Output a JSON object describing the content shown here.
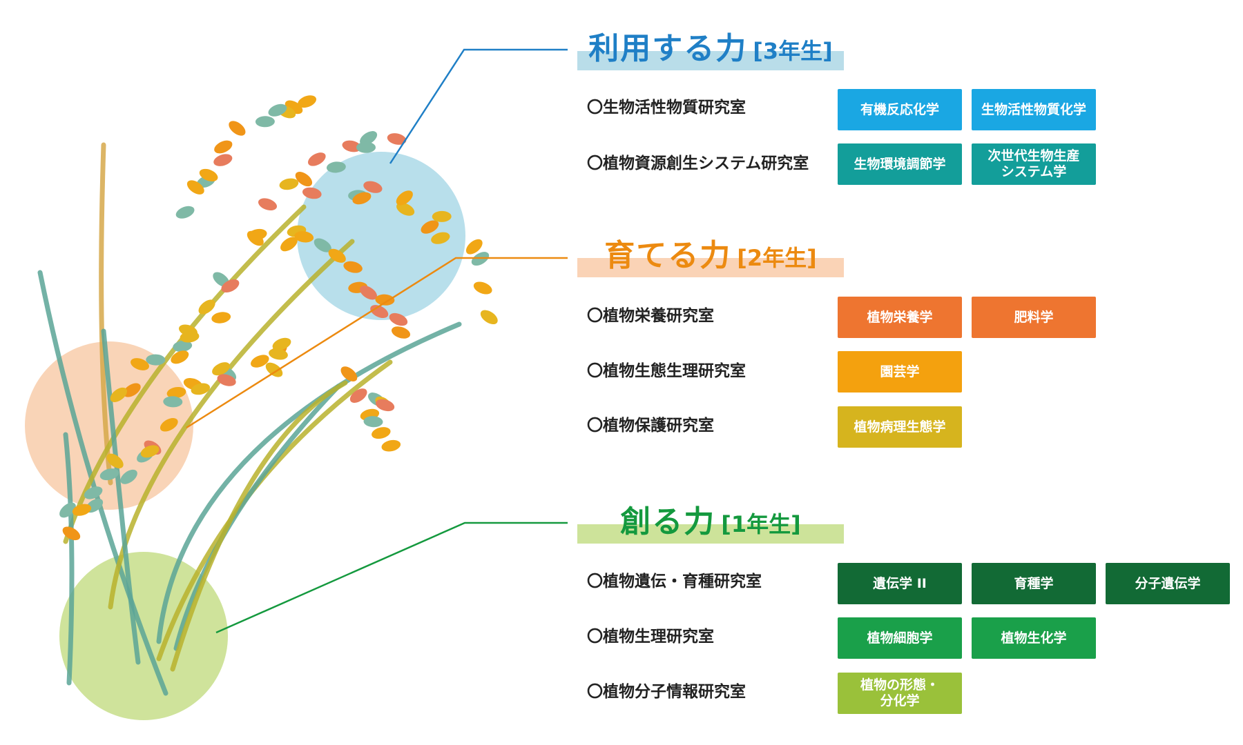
{
  "sections": [
    {
      "title": "利用する力",
      "grade": "[3年生]",
      "title_color": "#1f7fc6",
      "band_color": "#b9dde9",
      "labs": [
        {
          "name": "〇生物活性物質研究室",
          "courses": [
            {
              "label": "有機反応化学",
              "color": "#1aa7e3"
            },
            {
              "label": "生物活性物質化学",
              "color": "#1aa7e3"
            }
          ]
        },
        {
          "name": "〇植物資源創生システム研究室",
          "courses": [
            {
              "label": "生物環境調節学",
              "color": "#139e9a"
            },
            {
              "label": "次世代生物生産\nシステム学",
              "color": "#139e9a"
            }
          ]
        }
      ]
    },
    {
      "title": "育てる力",
      "grade": "[2年生]",
      "title_color": "#ec8a10",
      "band_color": "#fad3b6",
      "labs": [
        {
          "name": "〇植物栄養研究室",
          "courses": [
            {
              "label": "植物栄養学",
              "color": "#ee7530"
            },
            {
              "label": "肥料学",
              "color": "#ee7530"
            }
          ]
        },
        {
          "name": "〇植物生態生理研究室",
          "courses": [
            {
              "label": "園芸学",
              "color": "#f4a10e"
            }
          ]
        },
        {
          "name": "〇植物保護研究室",
          "courses": [
            {
              "label": "植物病理生態学",
              "color": "#d6b41e"
            }
          ]
        }
      ]
    },
    {
      "title": "創る力",
      "grade": "[1年生]",
      "title_color": "#14993e",
      "band_color": "#cde39a",
      "labs": [
        {
          "name": "〇植物遺伝・育種研究室",
          "courses": [
            {
              "label": "遺伝学 II",
              "color": "#126a35"
            },
            {
              "label": "育種学",
              "color": "#126a35"
            },
            {
              "label": "分子遺伝学",
              "color": "#126a35"
            }
          ]
        },
        {
          "name": "〇植物生理研究室",
          "courses": [
            {
              "label": "植物細胞学",
              "color": "#1aa04a"
            },
            {
              "label": "植物生化学",
              "color": "#1aa04a"
            }
          ]
        },
        {
          "name": "〇植物分子情報研究室",
          "courses": [
            {
              "label": "植物の形態・\n分化学",
              "color": "#9ac13a"
            }
          ]
        }
      ]
    }
  ],
  "illustration": {
    "circle_colors": [
      "#b8dfeb",
      "#f9d4b7",
      "#cfe39b"
    ],
    "connector_colors": [
      "#1f7fc6",
      "#ec8a10",
      "#14993e"
    ],
    "grain_colors": [
      "#f1a716",
      "#e7b51f",
      "#7fb9a6",
      "#e77c5d",
      "#f09518"
    ],
    "stem_colors": [
      "#b9b12d",
      "#5aa597",
      "#d6a84a"
    ]
  }
}
